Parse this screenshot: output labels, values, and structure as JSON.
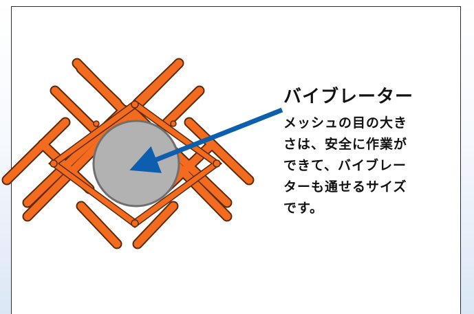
{
  "label": {
    "title": "バイブレーター",
    "description_lines": [
      "メッシュの目の大き",
      "さは、安全に作業が",
      "できて、バイブレー",
      "ターも通せるサイズ",
      "です。"
    ]
  },
  "colors": {
    "mesh_orange": "#f26b1f",
    "mesh_outline": "#5a2a0a",
    "vibrator_fill": "#b2b2b2",
    "vibrator_stroke": "#6f6f6f",
    "arrow_blue": "#0d5fae",
    "panel_border": "#2b2b2b"
  }
}
